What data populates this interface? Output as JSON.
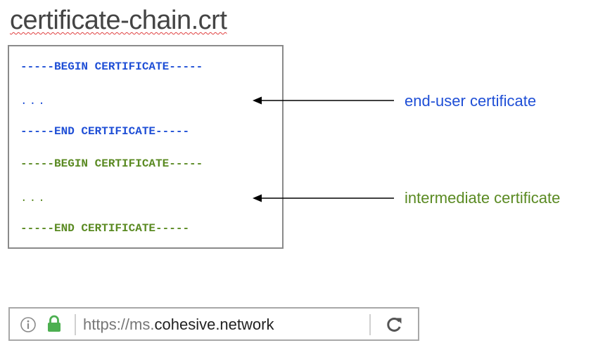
{
  "file": {
    "name": "certificate-chain.crt"
  },
  "certificate_chain": {
    "end_user": {
      "begin": "-----BEGIN CERTIFICATE-----",
      "body": "...",
      "end": "-----END CERTIFICATE-----",
      "label": "end-user certificate",
      "color": "#1f4fd6"
    },
    "intermediate": {
      "begin": "-----BEGIN CERTIFICATE-----",
      "body": "...",
      "end": "-----END CERTIFICATE-----",
      "label": "intermediate certificate",
      "color": "#5a8a22"
    }
  },
  "browser_bar": {
    "url_prefix": "https://ms.",
    "url_host": "cohesive.network",
    "icons": [
      "info-icon",
      "lock-icon",
      "reload-icon"
    ],
    "lock_color": "#4caf50"
  }
}
